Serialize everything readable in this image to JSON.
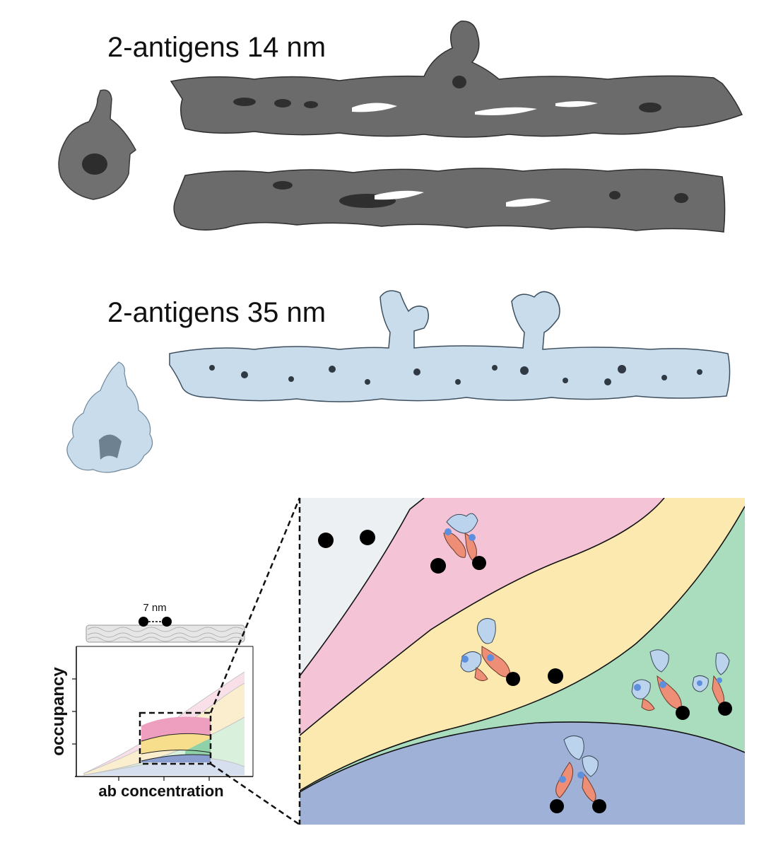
{
  "panels": [
    {
      "title": "2-antigens 14 nm",
      "map_color": "#6b6b6b"
    },
    {
      "title": "2-antigens 35 nm",
      "map_color": "#c9dcec"
    }
  ],
  "schematic": {
    "spacing_label": "7 nm",
    "ylabel": "occupancy",
    "xlabel": "ab concentration"
  },
  "colors": {
    "region_empty": "#ecf0f3",
    "region_one_bound": "#f4c3d6",
    "region_two_bound": "#fbe9b0",
    "region_mixed": "#a9ddbd",
    "region_bivalent": "#9fb1d7",
    "antibody_fab": "#bcd3ee",
    "antibody_heavy": "#ee8e77",
    "antibody_light": "#5e8fdd",
    "antigen": "#000000"
  }
}
